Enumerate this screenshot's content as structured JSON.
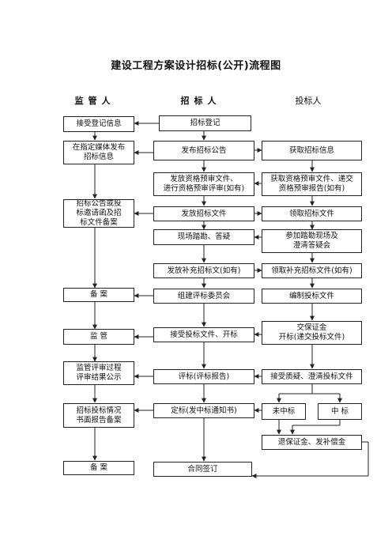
{
  "title": "建设工程方案设计招标(公开)流程图",
  "columns": {
    "supervisor": "监管人",
    "tenderer": "招标人",
    "bidder": "投标人"
  },
  "supervisor": {
    "register": "接受登记信息",
    "publish_media": "在指定媒体发布\n招标信息",
    "notice_filing": "招标公告或投\n标邀请函及招\n标文件备案",
    "filing_1": "备      案",
    "supervise": "监      管",
    "publicity": "监管评审过程\n评审结果公示",
    "report_filing": "招标投标情况\n书面报告备案",
    "filing_2": "备      案"
  },
  "tenderer": {
    "tender_register": "招标登记",
    "publish_notice": "发布招标公告",
    "issue_prequal": "发放资格预审文件、\n进行资格预审评审(如有)",
    "issue_docs": "发放招标文件",
    "site_visit": "现场踏勘、答疑",
    "supplement": "发放补充招标文(如有)",
    "committee": "组建评标委员会",
    "receive_bids": "接受投标文件、开标",
    "evaluation": "评标(评标报告)",
    "award": "定标(发中标通知书)",
    "contract": "合同签订"
  },
  "bidder": {
    "obtain_info": "获取招标信息",
    "obtain_prequal": "获取资格预审文件、递交\n资格预审报告(如有)",
    "receive_docs": "领取招标文件",
    "join_visit": "参加踏勘现场及\n澄清答疑会",
    "receive_supplement": "领取补充招标文件(如有)",
    "prepare_bid": "编制投标文件",
    "submit_bid": "交保证金\n开标(递交投标文件)",
    "accept_query": "接受质疑、澄清投标文件",
    "not_winner": "未中标",
    "winner": "中    标",
    "refund": "退保证金、发补偿金"
  }
}
